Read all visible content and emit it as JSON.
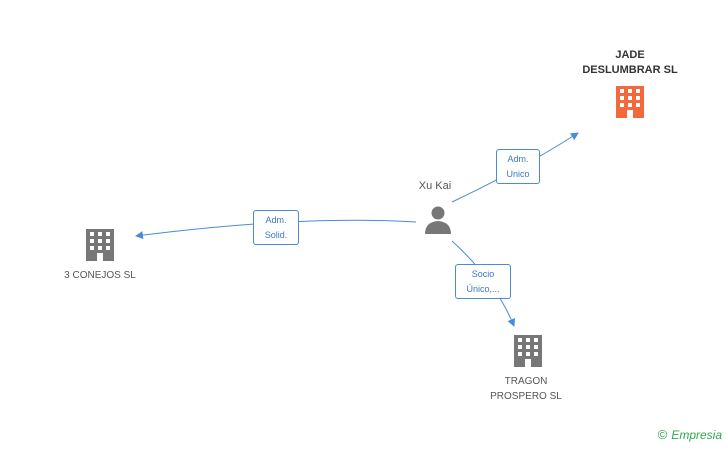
{
  "center_person": {
    "name": "Xu Kai",
    "icon": "person-icon"
  },
  "companies": [
    {
      "id": "jade",
      "line1": "JADE",
      "line2": "DESLUMBRAR SL",
      "icon": "building-icon",
      "color": "#f26a3c"
    },
    {
      "id": "conejos",
      "line1": "3 CONEJOS SL",
      "line2": "",
      "icon": "building-icon",
      "color": "#777777"
    },
    {
      "id": "tragon",
      "line1": "TRAGON",
      "line2": "PROSPERO SL",
      "icon": "building-icon",
      "color": "#777777"
    }
  ],
  "relations": [
    {
      "to": "jade",
      "line1": "Adm.",
      "line2": "Unico"
    },
    {
      "to": "conejos",
      "line1": "Adm.",
      "line2": "Solid."
    },
    {
      "to": "tragon",
      "line1": "Socio",
      "line2": "Único,..."
    }
  ],
  "colors": {
    "edge": "#4a8bd6",
    "highlight": "#f26a3c",
    "building": "#777777"
  },
  "branding": {
    "copyright": "©",
    "name": "Empresia"
  }
}
